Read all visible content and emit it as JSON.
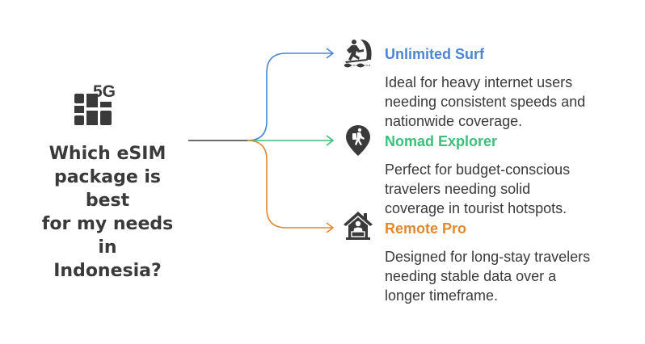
{
  "question": {
    "badge": "5G",
    "text": "Which eSIM\npackage is best\nfor my needs in\nIndonesia?"
  },
  "options": [
    {
      "title": "Unlimited Surf",
      "description": "Ideal for heavy internet users\nneeding consistent speeds and\nnationwide coverage.",
      "color": "#4a86d4",
      "icon": "surfer-icon"
    },
    {
      "title": "Nomad Explorer",
      "description": "Perfect for budget-conscious\ntravelers needing solid\ncoverage in tourist hotspots.",
      "color": "#3bbf7a",
      "icon": "hiker-location-icon"
    },
    {
      "title": "Remote Pro",
      "description": "Designed for long-stay travelers\nneeding stable data over a\nlonger timeframe.",
      "color": "#e0892e",
      "icon": "home-laptop-icon"
    }
  ],
  "colors": {
    "text": "#3a3a3a",
    "stem": "#3a3a3a"
  }
}
